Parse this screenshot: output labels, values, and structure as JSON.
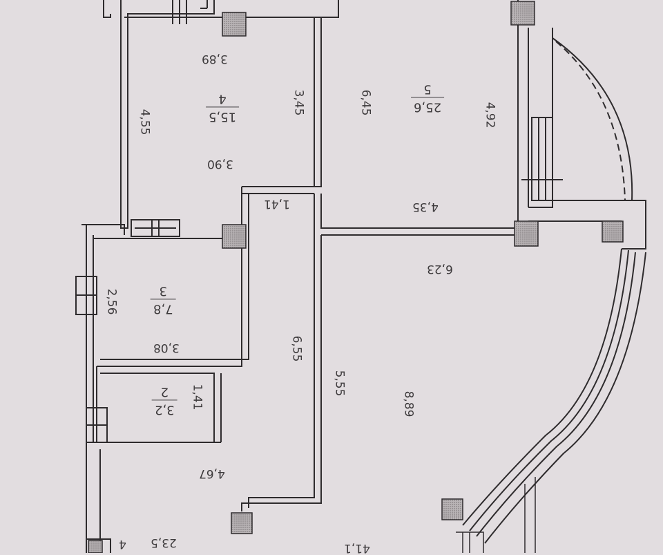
{
  "plan": {
    "rooms": [
      {
        "id": "room-4",
        "number": "4",
        "area": "15,5"
      },
      {
        "id": "room-5",
        "number": "5",
        "area": "25,6"
      },
      {
        "id": "room-3",
        "number": "3",
        "area": "7,8"
      },
      {
        "id": "room-2",
        "number": "2",
        "area": "3,2"
      }
    ],
    "dimensions": {
      "d389": "3,89",
      "d455": "4,55",
      "d345": "3,45",
      "d390": "3,90",
      "d645": "6,45",
      "d492": "4,92",
      "d141a": "1,41",
      "d435": "4,35",
      "d623": "6,23",
      "d256": "2,56",
      "d308": "3,08",
      "d655": "6,55",
      "d555": "5,55",
      "d889": "8,89",
      "d141b": "1,41",
      "d467": "4,67",
      "d235": "23,5",
      "d4": "4",
      "d41": "41,1"
    }
  },
  "colors": {
    "background": "#e2dde0",
    "wall": "#2e2b2d",
    "column_fill": "#9a9597"
  }
}
